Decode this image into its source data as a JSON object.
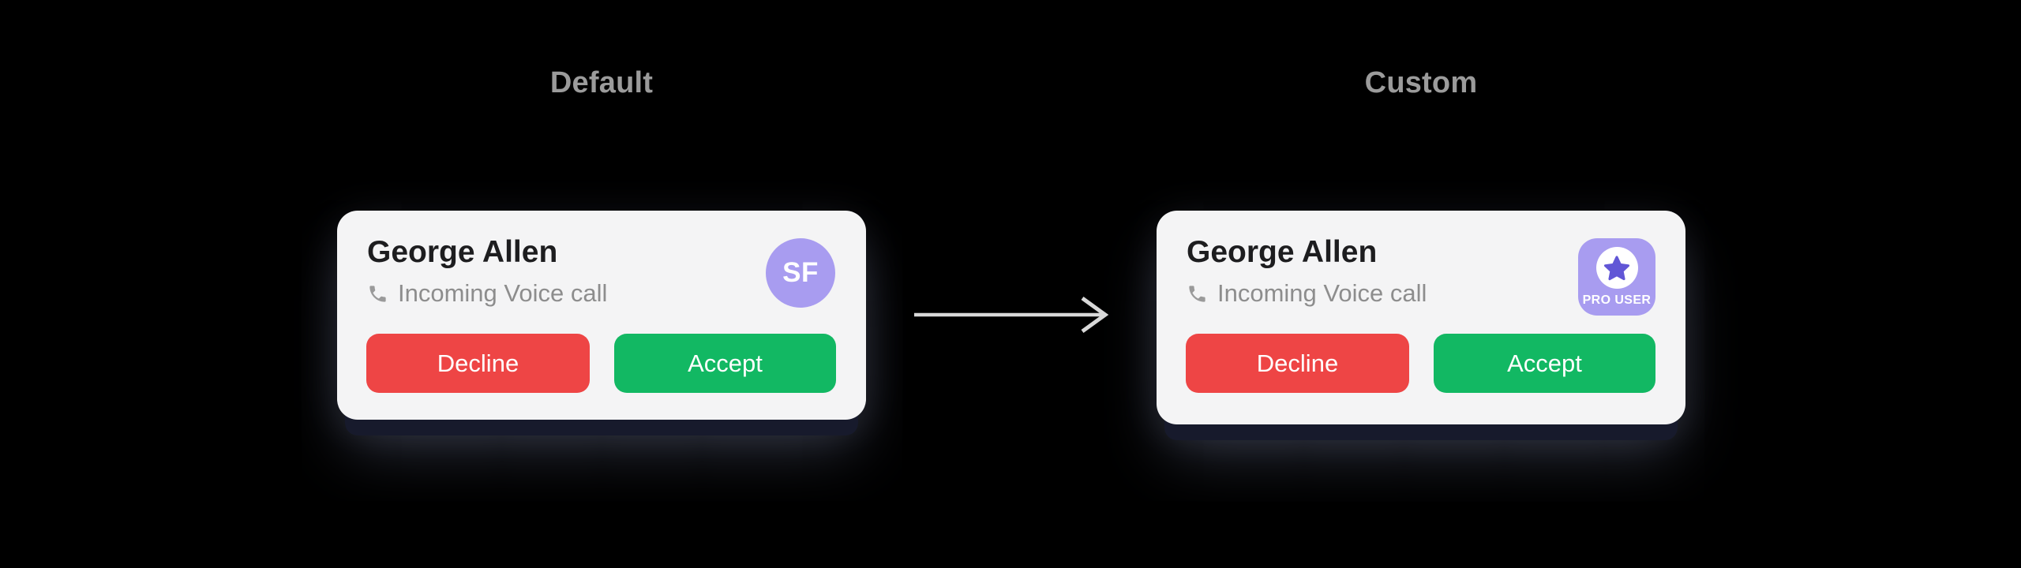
{
  "labels": {
    "default": "Default",
    "custom": "Custom"
  },
  "cards": {
    "default": {
      "caller_name": "George Allen",
      "call_type": "Incoming Voice call",
      "decline_label": "Decline",
      "accept_label": "Accept",
      "avatar_initials": "SF"
    },
    "custom": {
      "caller_name": "George Allen",
      "call_type": "Incoming Voice call",
      "decline_label": "Decline",
      "accept_label": "Accept",
      "badge_text": "PRO USER"
    }
  },
  "icons": {
    "phone": "phone-receiver-icon",
    "star": "star-icon",
    "arrow": "right-arrow"
  },
  "colors": {
    "background": "#000000",
    "card_bg": "#f4f4f5",
    "title": "#1d1d1f",
    "subtitle": "#8d8d8d",
    "label": "#9b9b9b",
    "decline": "#ee4545",
    "accept": "#12b863",
    "avatar": "#a89cf0",
    "badge": "#a89cf0",
    "star": "#6156d6",
    "arrow": "#d9d9d9",
    "underlay": "#171a2c"
  }
}
